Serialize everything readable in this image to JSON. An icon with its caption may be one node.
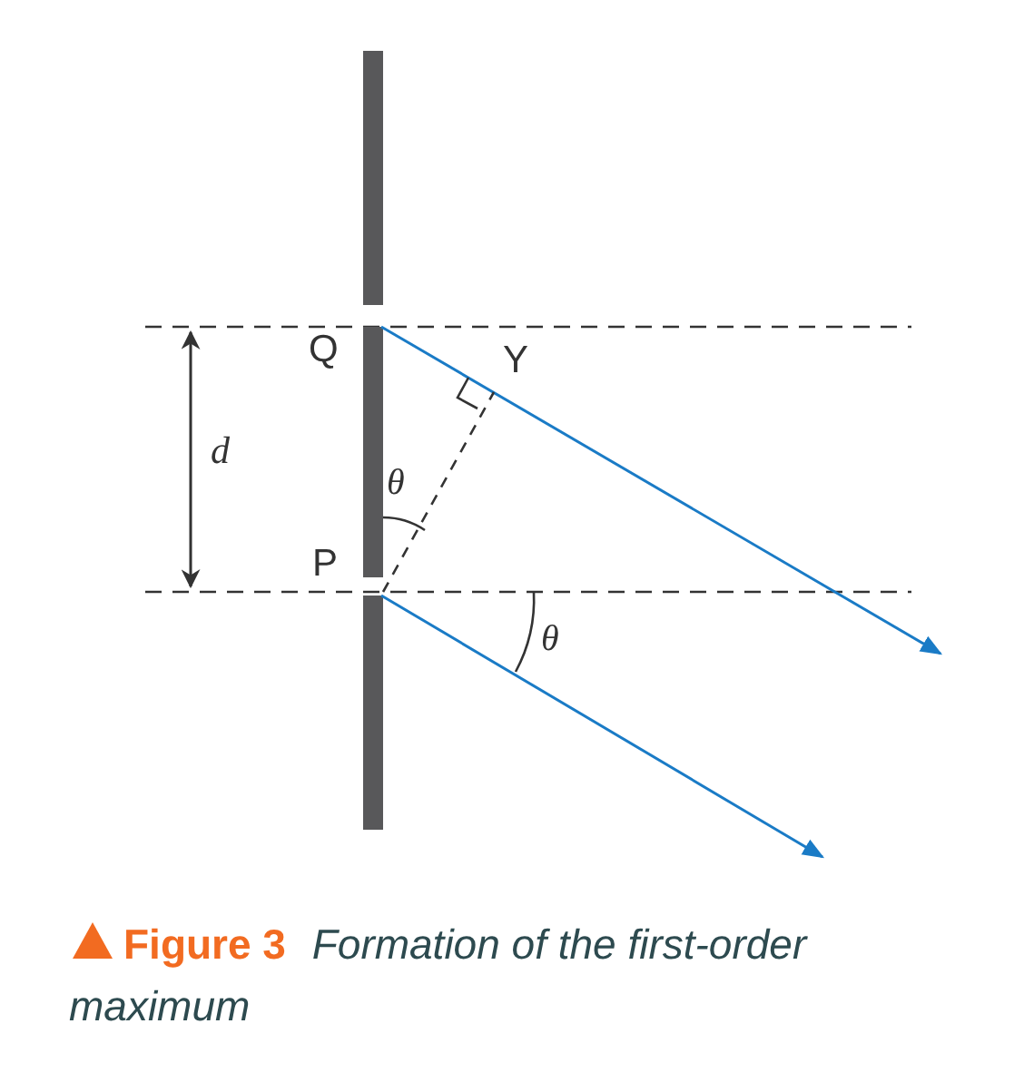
{
  "diagram": {
    "caption": "**Figure 3** *Formation of the first-order maximum*",
    "labels": [
      "Q",
      "Y",
      "d",
      "θ",
      "P",
      "θ"
    ]
  }
}
